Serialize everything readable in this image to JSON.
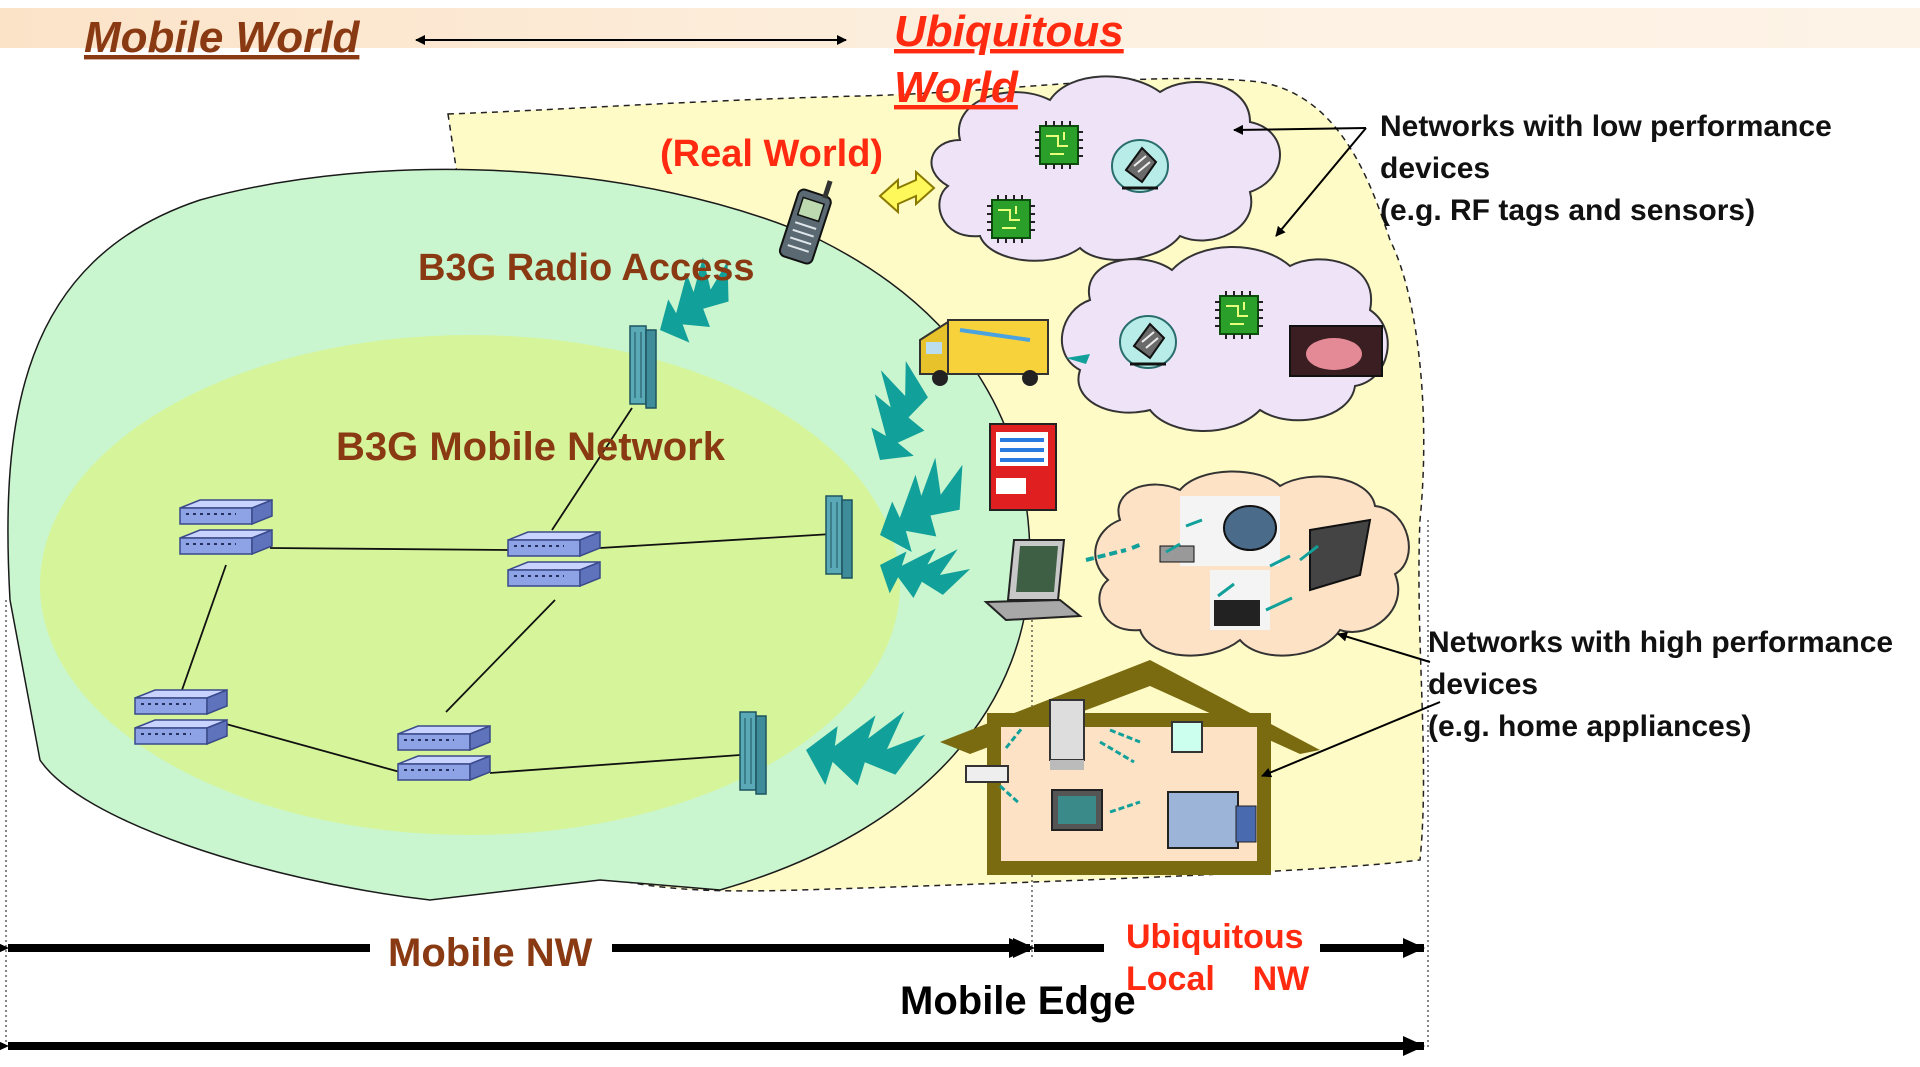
{
  "top": {
    "mobile_world": "Mobile World",
    "ubiquitous_world_1": "Ubiquitous",
    "ubiquitous_world_2": "World"
  },
  "labels": {
    "real_world": "(Real World)",
    "radio_access": "B3G Radio Access",
    "mobile_network": "B3G Mobile Network",
    "low_perf_1": "Networks with low performance",
    "low_perf_2": "devices",
    "low_perf_3": "(e.g. RF tags and sensors)",
    "high_perf_1": "Networks with high performance",
    "high_perf_2": "devices",
    "high_perf_3": "(e.g. home appliances)"
  },
  "bottom": {
    "mobile_nw": "Mobile NW",
    "ubiq_local_1": "Ubiquitous",
    "ubiq_local_2": "Local    NW",
    "mobile_edge": "Mobile Edge"
  },
  "colors": {
    "title_brown": "#8a3a12",
    "accent_red": "#ff2a10",
    "outer_area": "#c9f5cf",
    "inner_area": "#d6f59a",
    "ubiquitous_area": "#fffbc6",
    "cloud": "#efe3f8",
    "cloud_orange": "#fde2c6",
    "house": "#7a6a10",
    "link_teal": "#11a09a"
  }
}
